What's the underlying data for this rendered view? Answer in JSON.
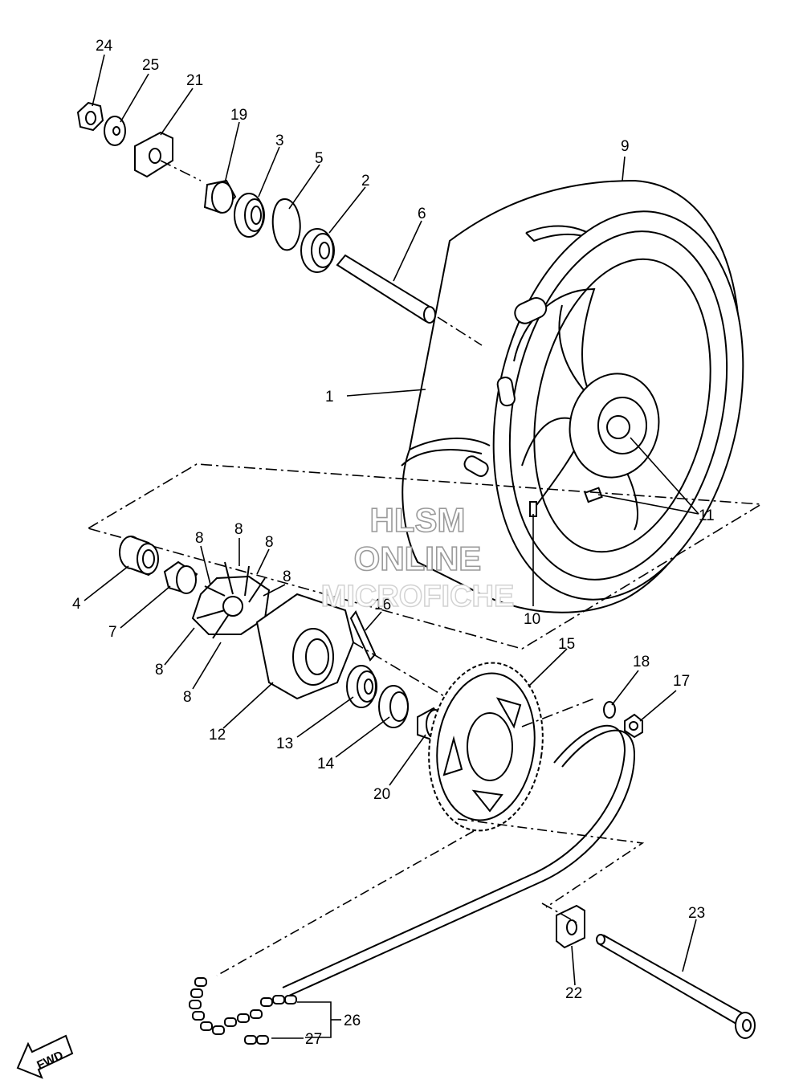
{
  "watermark": {
    "line1": "HLSM",
    "line2": "ONLINE",
    "line3": "MICROFICHE"
  },
  "direction_marker": "FWD",
  "callouts": {
    "c1": "1",
    "c2": "2",
    "c3": "3",
    "c4": "4",
    "c5": "5",
    "c6": "6",
    "c7": "7",
    "c8a": "8",
    "c8b": "8",
    "c8c": "8",
    "c8d": "8",
    "c8e": "8",
    "c8f": "8",
    "c9": "9",
    "c10": "10",
    "c11": "11",
    "c12": "12",
    "c13": "13",
    "c14": "14",
    "c15": "15",
    "c16": "16",
    "c17": "17",
    "c18": "18",
    "c19": "19",
    "c20": "20",
    "c21": "21",
    "c22": "22",
    "c23": "23",
    "c24": "24",
    "c25": "25",
    "c26": "26",
    "c27": "27"
  }
}
